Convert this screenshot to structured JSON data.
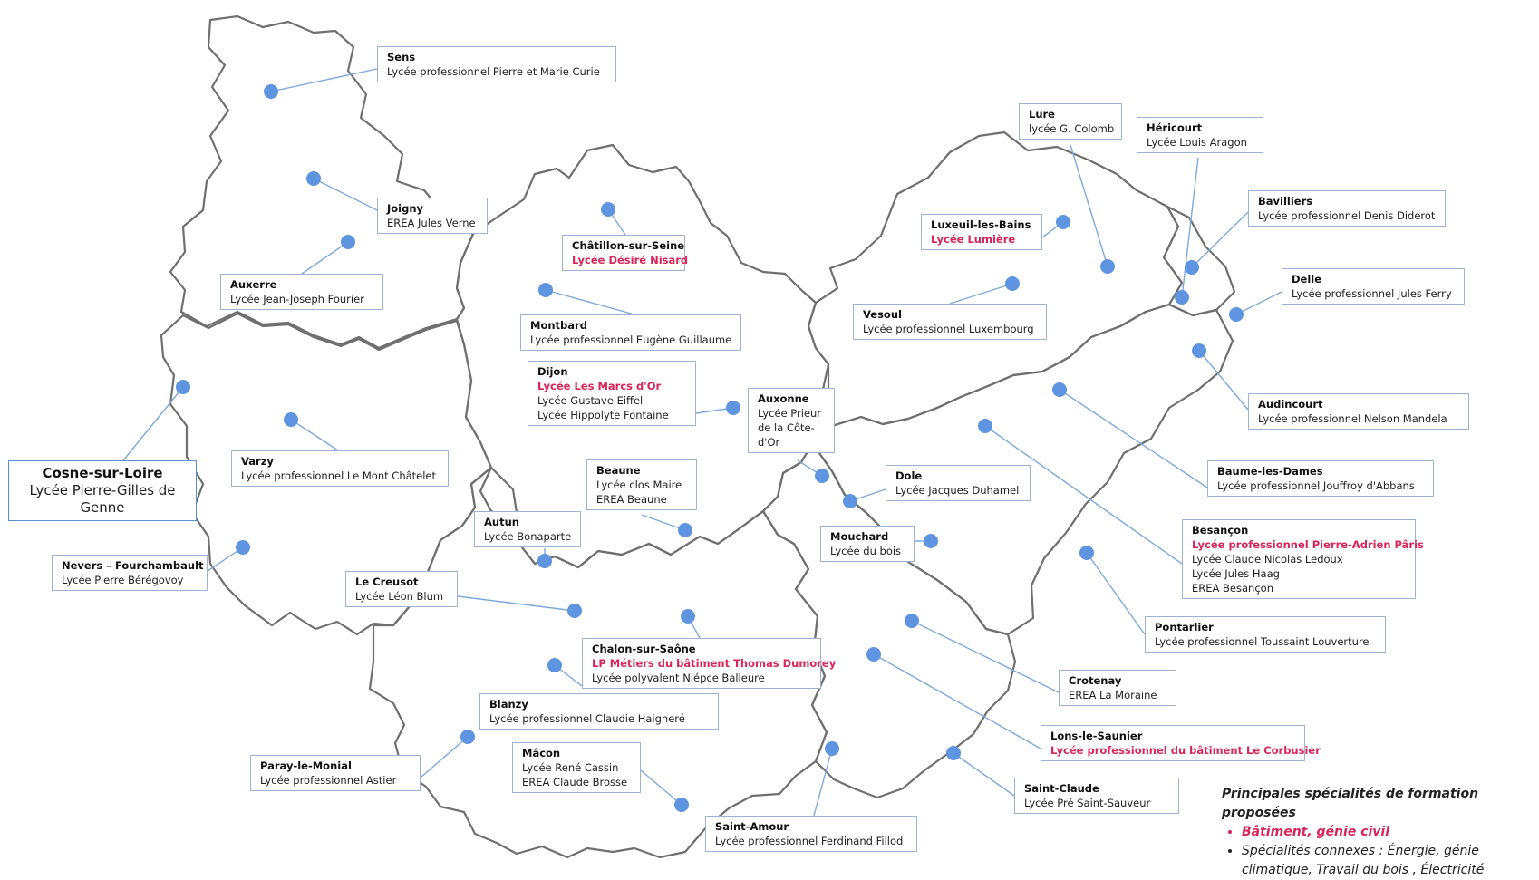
{
  "colors": {
    "outline": "#6f6f6f",
    "dot": "#5f95e0",
    "leader": "#7fa9dc",
    "highlight": "#d9265a"
  },
  "labels": [
    {
      "id": "sens",
      "title": "Sens",
      "lines": [
        {
          "text": "Lycée professionnel Pierre et Marie Curie"
        }
      ]
    },
    {
      "id": "joigny",
      "title": "Joigny",
      "lines": [
        {
          "text": "EREA Jules Verne"
        }
      ]
    },
    {
      "id": "auxerre",
      "title": "Auxerre",
      "lines": [
        {
          "text": "Lycée Jean-Joseph Fourier"
        }
      ]
    },
    {
      "id": "cosne",
      "title": "Cosne-sur-Loire",
      "lines": [
        {
          "text": "Lycée Pierre-Gilles de Genne"
        }
      ]
    },
    {
      "id": "varzy",
      "title": "Varzy",
      "lines": [
        {
          "text": "Lycée professionnel Le Mont Châtelet"
        }
      ]
    },
    {
      "id": "nevers",
      "title": "Nevers – Fourchambault",
      "lines": [
        {
          "text": "Lycée Pierre Bérégovoy"
        }
      ]
    },
    {
      "id": "chatillon",
      "title": "Châtillon-sur-Seine",
      "lines": [
        {
          "text": "Lycée Désiré Nisard",
          "hl": true
        }
      ]
    },
    {
      "id": "montbard",
      "title": "Montbard",
      "lines": [
        {
          "text": "Lycée professionnel Eugène Guillaume"
        }
      ]
    },
    {
      "id": "dijon",
      "title": "Dijon",
      "lines": [
        {
          "text": "Lycée Les Marcs d'Or",
          "hl": true
        },
        {
          "text": "Lycée Gustave Eiffel"
        },
        {
          "text": "Lycée Hippolyte Fontaine"
        }
      ]
    },
    {
      "id": "auxonne",
      "title": "Auxonne",
      "lines": [
        {
          "text": "Lycée Prieur"
        },
        {
          "text": "de la Côte-"
        },
        {
          "text": "d'Or"
        }
      ]
    },
    {
      "id": "beaune",
      "title": "Beaune",
      "lines": [
        {
          "text": "Lycée clos Maire"
        },
        {
          "text": "EREA Beaune"
        }
      ]
    },
    {
      "id": "autun",
      "title": "Autun",
      "lines": [
        {
          "text": "Lycée Bonaparte"
        }
      ]
    },
    {
      "id": "creusot",
      "title": "Le Creusot",
      "lines": [
        {
          "text": "Lycée Léon Blum"
        }
      ]
    },
    {
      "id": "chalon",
      "title": "Chalon-sur-Saône",
      "lines": [
        {
          "text": "LP Métiers du bâtiment Thomas Dumorey",
          "hl": true
        },
        {
          "text": "Lycée polyvalent Niépce Balleure"
        }
      ]
    },
    {
      "id": "blanzy",
      "title": "Blanzy",
      "lines": [
        {
          "text": "Lycée professionnel Claudie Haigneré"
        }
      ]
    },
    {
      "id": "paray",
      "title": "Paray-le-Monial",
      "lines": [
        {
          "text": "Lycée professionnel Astier"
        }
      ]
    },
    {
      "id": "macon",
      "title": "Mâcon",
      "lines": [
        {
          "text": "Lycée René Cassin"
        },
        {
          "text": "EREA Claude Brosse"
        }
      ]
    },
    {
      "id": "stamour",
      "title": "Saint-Amour",
      "lines": [
        {
          "text": "Lycée professionnel Ferdinand Fillod"
        }
      ]
    },
    {
      "id": "lure",
      "title": "Lure",
      "lines": [
        {
          "text": "lycée G. Colomb"
        }
      ]
    },
    {
      "id": "hericourt",
      "title": "Héricourt",
      "lines": [
        {
          "text": "Lycée Louis Aragon"
        }
      ]
    },
    {
      "id": "luxeuil",
      "title": "Luxeuil-les-Bains",
      "lines": [
        {
          "text": "Lycée Lumière",
          "hl": true
        }
      ]
    },
    {
      "id": "bavilliers",
      "title": "Bavilliers",
      "lines": [
        {
          "text": "Lycée professionnel Denis Diderot"
        }
      ]
    },
    {
      "id": "delle",
      "title": "Delle",
      "lines": [
        {
          "text": "Lycée professionnel Jules Ferry"
        }
      ]
    },
    {
      "id": "vesoul",
      "title": "Vesoul",
      "lines": [
        {
          "text": "Lycée professionnel Luxembourg"
        }
      ]
    },
    {
      "id": "audincourt",
      "title": "Audincourt",
      "lines": [
        {
          "text": "Lycée professionnel Nelson Mandela"
        }
      ]
    },
    {
      "id": "dole",
      "title": "Dole",
      "lines": [
        {
          "text": "Lycée Jacques Duhamel"
        }
      ]
    },
    {
      "id": "mouchard",
      "title": "Mouchard",
      "lines": [
        {
          "text": "Lycée du bois"
        }
      ]
    },
    {
      "id": "baume",
      "title": "Baume-les-Dames",
      "lines": [
        {
          "text": "Lycée professionnel Jouffroy d'Abbans"
        }
      ]
    },
    {
      "id": "besancon",
      "title": "Besançon",
      "lines": [
        {
          "text": "Lycée professionnel Pierre-Adrien Pâris",
          "hl": true
        },
        {
          "text": "Lycée Claude Nicolas Ledoux"
        },
        {
          "text": "Lycée Jules Haag"
        },
        {
          "text": "EREA Besançon"
        }
      ]
    },
    {
      "id": "pontarlier",
      "title": "Pontarlier",
      "lines": [
        {
          "text": "Lycée professionnel Toussaint Louverture"
        }
      ]
    },
    {
      "id": "crotenay",
      "title": "Crotenay",
      "lines": [
        {
          "text": "EREA La Moraine"
        }
      ]
    },
    {
      "id": "lons",
      "title": "Lons-le-Saunier",
      "lines": [
        {
          "text": "Lycée professionnel du bâtiment Le Corbusier",
          "hl": true
        }
      ]
    },
    {
      "id": "stclaude",
      "title": "Saint-Claude",
      "lines": [
        {
          "text": "Lycée Pré Saint-Sauveur"
        }
      ]
    }
  ],
  "legend": {
    "heading": "Principales spécialités de formation proposées",
    "items": [
      {
        "text": "Bâtiment, génie civil",
        "hl": true
      },
      {
        "text": "Spécialités connexes : Énergie, génie climatique, Travail du bois , Électricité"
      }
    ]
  }
}
